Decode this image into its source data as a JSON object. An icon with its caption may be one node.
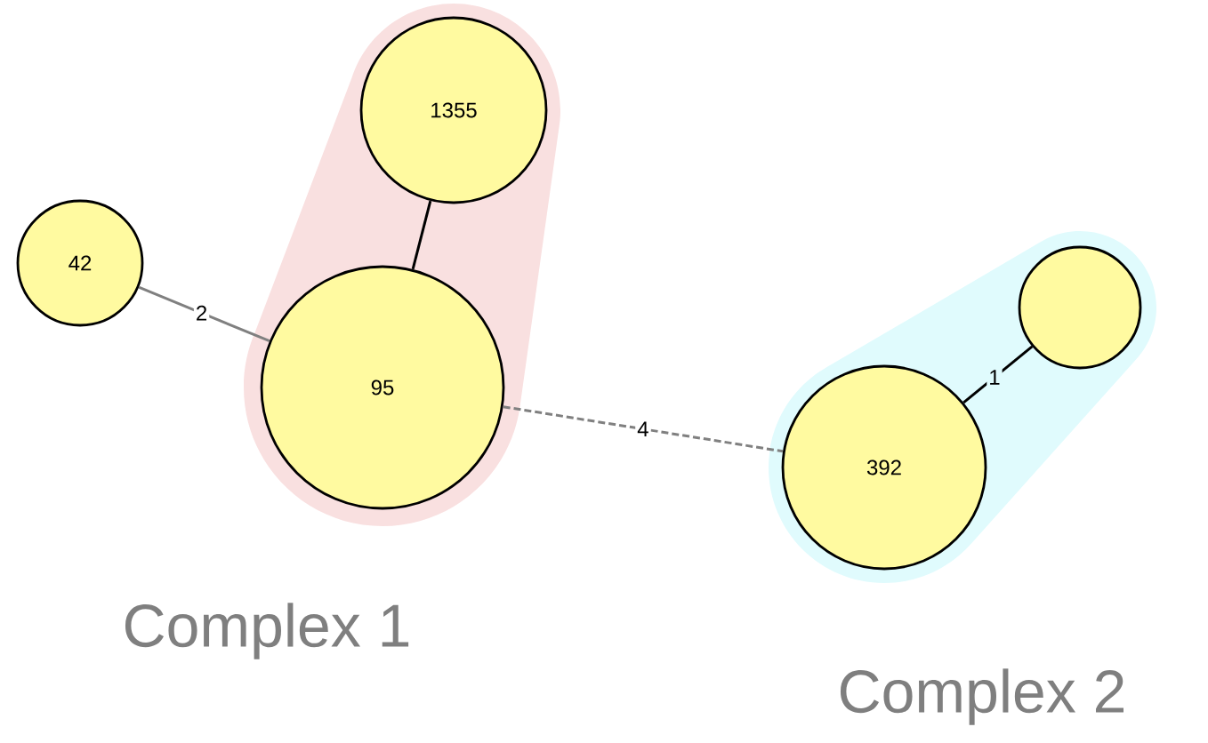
{
  "diagram": {
    "nodes": [
      {
        "text": [
          "Complex 1"
        ]
      },
      {
        "text": [
          "1355"
        ],
        "in": 0
      },
      {
        "text": [
          "95"
        ],
        "in": 0
      },
      {
        "text": [
          "42"
        ]
      },
      {
        "text": [
          "Complex 2"
        ]
      },
      {
        "text": [
          "392"
        ],
        "in": 4
      },
      {
        "text": [],
        "shape": "circle",
        "in": 4
      }
    ],
    "edges": [
      {
        "from": 1,
        "to": 2,
        "arrow": "none"
      },
      {
        "from": 3,
        "to": 2,
        "arrow": "none",
        "label": "2",
        "color": "#808080"
      },
      {
        "from": 2,
        "to": 5,
        "arrow": "none",
        "label": "4",
        "style": "dashed",
        "color": "#808080"
      },
      {
        "from": 5,
        "to": 6,
        "arrow": "none",
        "label": "1"
      }
    ]
  }
}
